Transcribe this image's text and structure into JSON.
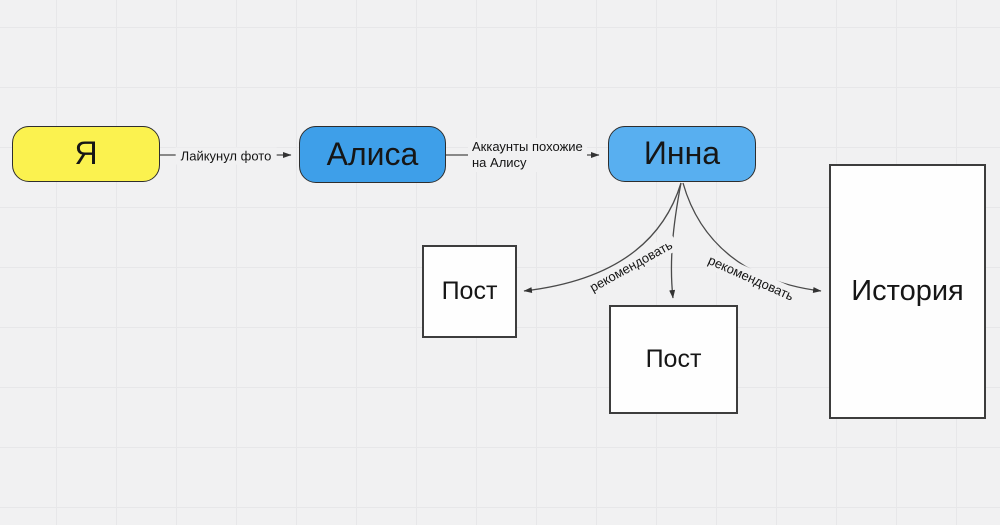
{
  "canvas": {
    "background_color": "#F1F1F2",
    "grid_color": "#E7E7E9"
  },
  "colors": {
    "node_me_fill": "#FBF24F",
    "node_alisa_fill": "#3E9FE9",
    "node_inna_fill": "#58AFF0",
    "shape_fill": "#FEFEFE",
    "stroke": "#4a4a4a",
    "text": "#161616"
  },
  "nodes": {
    "me": {
      "label": "Я",
      "fill": "#FBF24F"
    },
    "alisa": {
      "label": "Алиса",
      "fill": "#3E9FE9"
    },
    "inna": {
      "label": "Инна",
      "fill": "#58AFF0"
    },
    "post_left": {
      "label": "Пост",
      "fill": "#FEFEFE"
    },
    "post_middle": {
      "label": "Пост",
      "fill": "#FEFEFE"
    },
    "story": {
      "label": "История",
      "fill": "#FEFEFE"
    }
  },
  "edges": {
    "me_to_alisa": {
      "label": "Лайкунул фото"
    },
    "alisa_to_inna": {
      "label_line1": "Аккаунты похожие",
      "label_line2": "на Алису"
    },
    "inna_to_post_left": {
      "label": "рекомендовать"
    },
    "inna_to_post_middle": {
      "label": ""
    },
    "inna_to_story": {
      "label": "рекомендовать"
    }
  }
}
